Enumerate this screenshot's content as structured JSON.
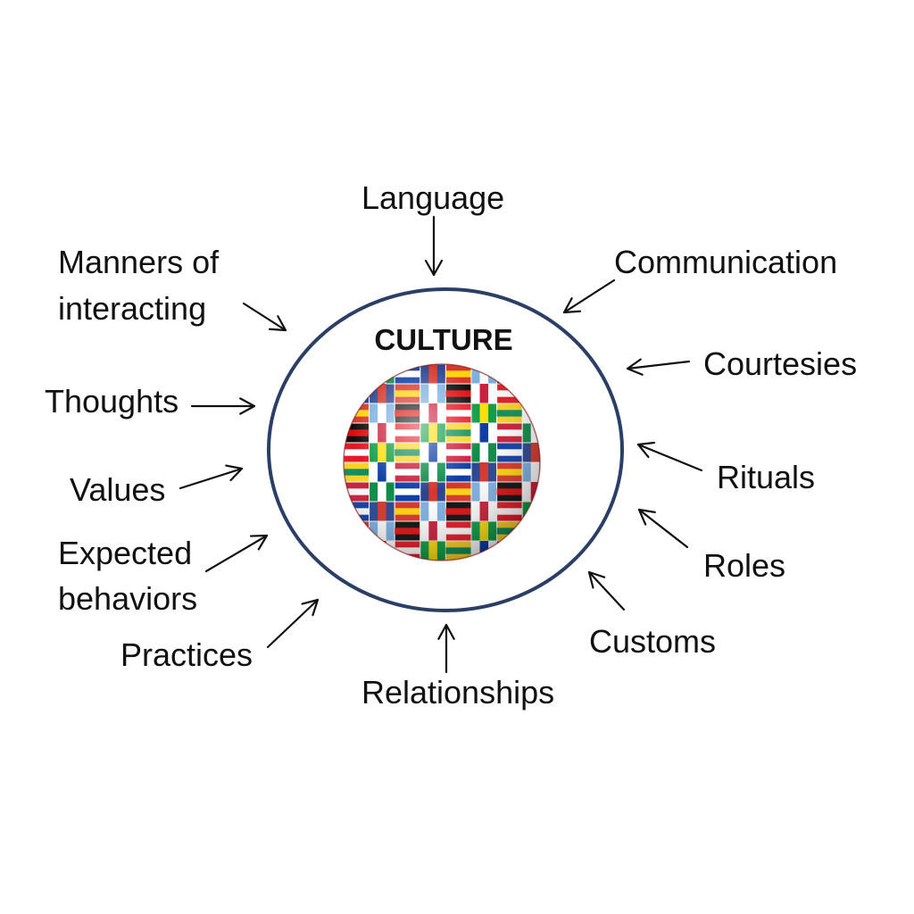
{
  "center": {
    "title": "CULTURE",
    "globe_icon": "world-flags-globe-icon"
  },
  "labels": {
    "language": "Language",
    "communication": "Communication",
    "courtesies": "Courtesies",
    "rituals": "Rituals",
    "roles": "Roles",
    "customs": "Customs",
    "relationships": "Relationships",
    "practices": "Practices",
    "expected_behaviors_line1": "Expected",
    "expected_behaviors_line2": "behaviors",
    "values": "Values",
    "thoughts": "Thoughts",
    "manners_line1": "Manners of",
    "manners_line2": "interacting"
  },
  "colors": {
    "ring": "#2b3f66",
    "text": "#111111"
  }
}
